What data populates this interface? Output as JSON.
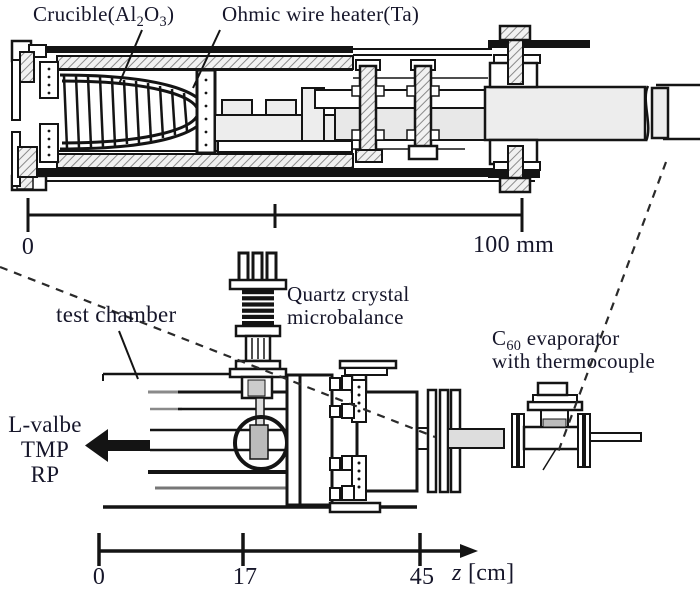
{
  "figure": {
    "style": {
      "ink": "#141414",
      "paper": "#ffffff",
      "fill_gray": "#ededed",
      "hatch_gray": "#8a8a8a"
    },
    "top_view": {
      "crucible_label": {
        "part1": "Crucible(Al",
        "sub1": "2",
        "part2": "O",
        "sub2": "3",
        "part3": ")"
      },
      "heater_label": "Ohmic wire heater(Ta)",
      "scale": {
        "left_tick": "0",
        "right_tick": "100 mm"
      }
    },
    "bottom_view": {
      "test_chamber_label": "test chamber",
      "qcm_label_line1": "Quartz crystal",
      "qcm_label_line2": "microbalance",
      "evaporator_label": {
        "part1": "C",
        "sub": "60",
        "part2": " evaporator"
      },
      "evaporator_label_line2": "with thermocouple",
      "pump_label_line1": "L-valbe",
      "pump_label_line2": "TMP",
      "pump_label_line3": "RP",
      "z_axis": {
        "tick_0": "0",
        "tick_17": "17",
        "tick_45": "45",
        "unit_italic": "z",
        "unit_rest": " [cm]"
      }
    }
  }
}
